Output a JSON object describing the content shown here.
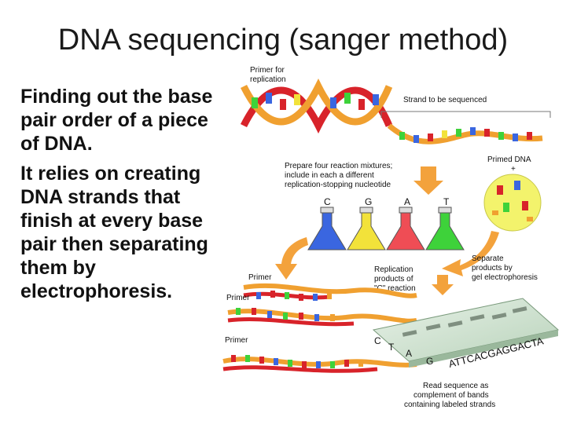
{
  "slide": {
    "title": "DNA sequencing (sanger method)",
    "bullets": [
      "Finding out the base pair order of a piece of DNA.",
      "It relies on creating DNA strands that finish at every base pair then separating them by electrophoresis."
    ]
  },
  "diagram": {
    "primer_for_replication": [
      "Primer for",
      "replication"
    ],
    "strand_to_be_sequenced": "Strand to be sequenced",
    "primed_dna": "Primed DNA",
    "prepare_mixtures": [
      "Prepare four reaction mixtures;",
      "include in each a different",
      "replication-stopping nucleotide"
    ],
    "bases": [
      "C",
      "G",
      "A",
      "T"
    ],
    "separate_products": [
      "Separate",
      "products by",
      "gel electrophoresis"
    ],
    "replication_products": [
      "Replication",
      "products of",
      "\"C\" reaction"
    ],
    "primer_labels": [
      "Primer",
      "Primer",
      "Primer"
    ],
    "gel_bases": [
      "C",
      "T",
      "A",
      "G"
    ],
    "read_sequence": "ATTCACGAGGACTA",
    "read_sequence_caption": [
      "Read sequence as",
      "complement of bands",
      "containing labeled strands"
    ],
    "colors": {
      "strand_red": "#d8232a",
      "strand_orange": "#f0a030",
      "flask_c": "#3a66e0",
      "flask_g": "#f2e23a",
      "flask_a": "#ef4d55",
      "flask_t": "#3ed23a",
      "arrow": "#f3a23c",
      "gel": "#cfe3cf"
    }
  }
}
